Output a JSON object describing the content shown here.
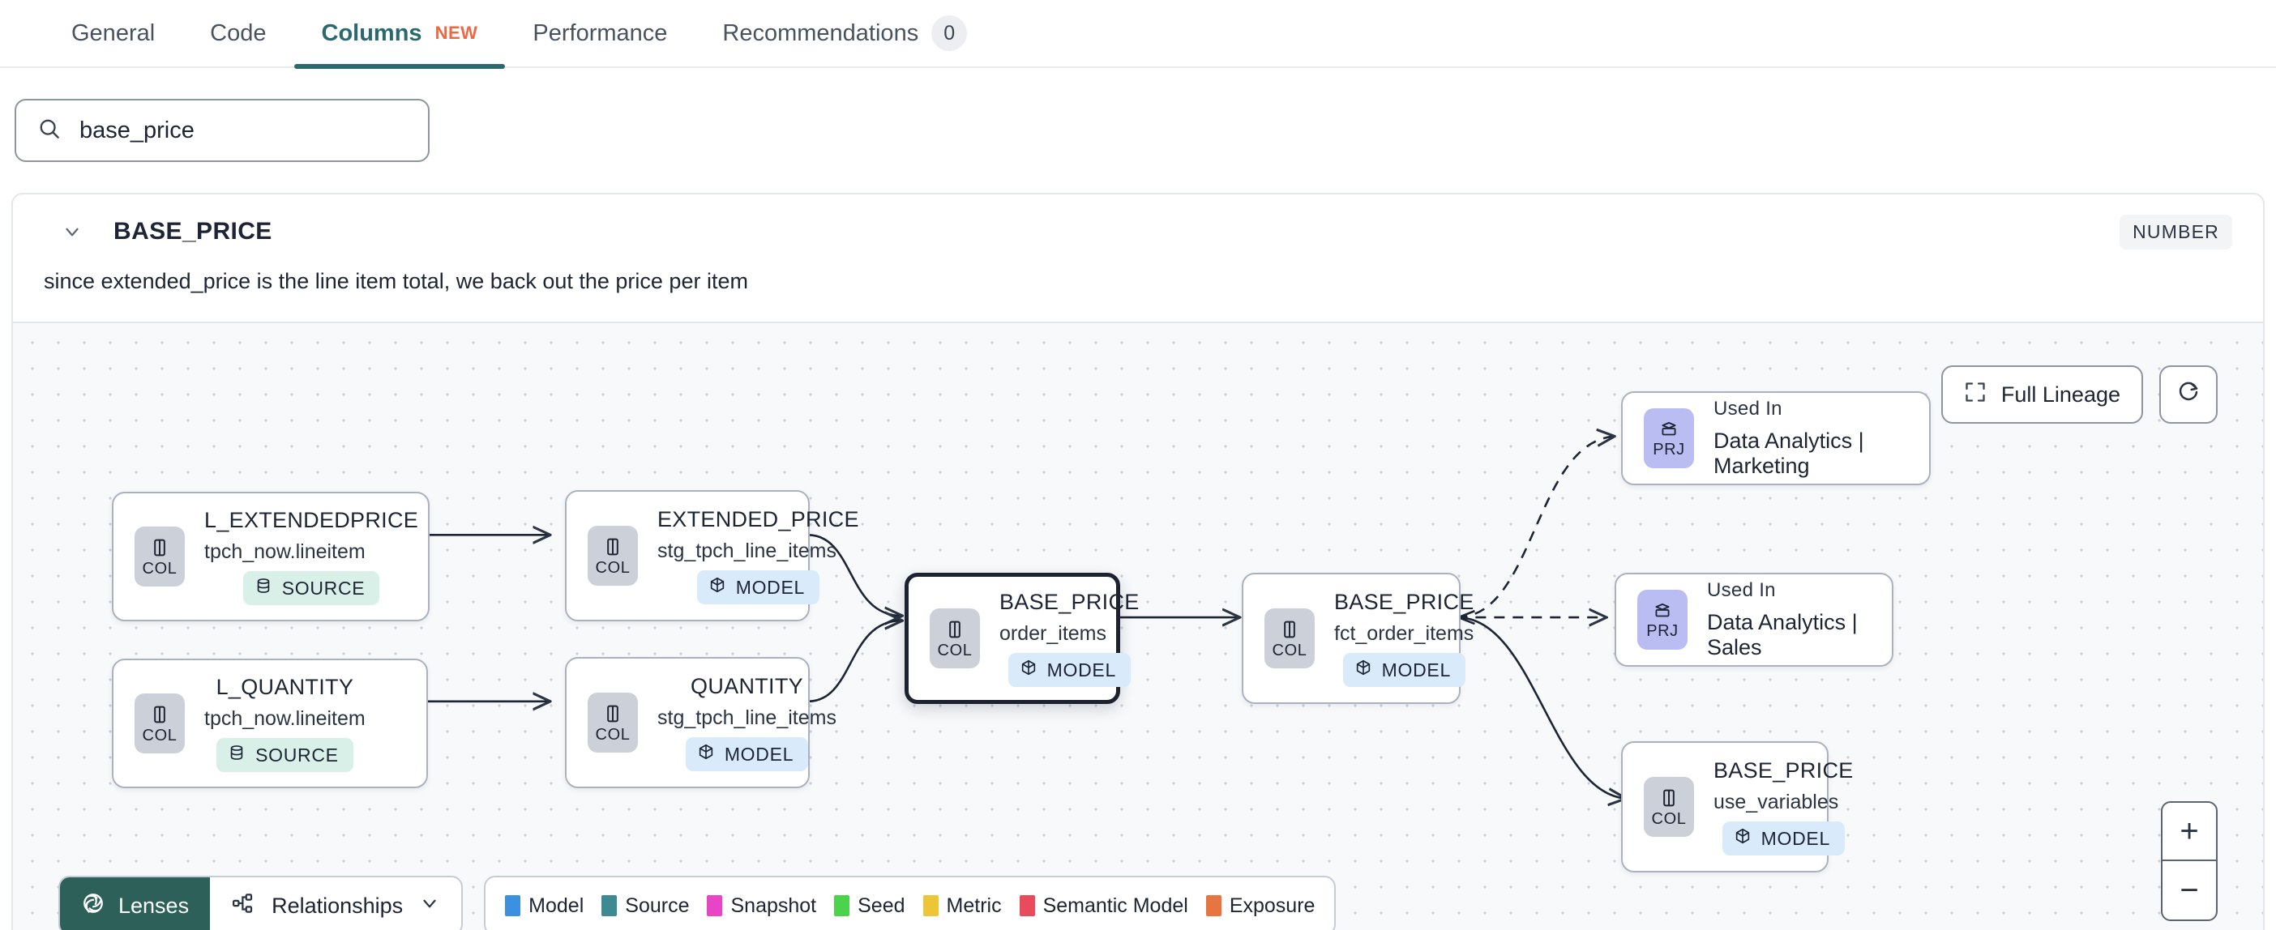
{
  "tabs": [
    {
      "label": "General",
      "active": false
    },
    {
      "label": "Code",
      "active": false
    },
    {
      "label": "Columns",
      "active": true,
      "badge": "NEW"
    },
    {
      "label": "Performance",
      "active": false
    },
    {
      "label": "Recommendations",
      "active": false,
      "count": "0"
    }
  ],
  "search": {
    "value": "base_price",
    "placeholder": "Search columns",
    "icon": "search-icon"
  },
  "column": {
    "name": "BASE_PRICE",
    "type": "NUMBER",
    "description": "since extended_price is the line item total, we back out the price per item",
    "expand_icon": "chevron-down-icon"
  },
  "canvas_controls": {
    "full_lineage_label": "Full Lineage",
    "full_lineage_icon": "expand-icon",
    "refresh_icon": "refresh-icon",
    "zoom_in": "+",
    "zoom_out": "−"
  },
  "bottom_bar": {
    "lenses_label": "Lenses",
    "lenses_icon": "aperture-icon",
    "relationships_label": "Relationships",
    "relationships_icon": "hierarchy-icon",
    "relationships_caret": "chevron-down-icon"
  },
  "legend": [
    {
      "label": "Model",
      "color": "#3b91e0"
    },
    {
      "label": "Source",
      "color": "#3e8a92"
    },
    {
      "label": "Snapshot",
      "color": "#e745c5"
    },
    {
      "label": "Seed",
      "color": "#4bd44b"
    },
    {
      "label": "Metric",
      "color": "#edc638"
    },
    {
      "label": "Semantic Model",
      "color": "#e74b5c"
    },
    {
      "label": "Exposure",
      "color": "#e87442"
    }
  ],
  "lineage": {
    "nodes": [
      {
        "id": "n1",
        "chip": "COL",
        "title": "L_EXTENDEDPRICE",
        "sub": "tpch_now.lineitem",
        "tag": "SOURCE",
        "tag_kind": "source",
        "tag_icon": "database-icon",
        "selected": false,
        "kind": "column"
      },
      {
        "id": "n2",
        "chip": "COL",
        "title": "L_QUANTITY",
        "sub": "tpch_now.lineitem",
        "tag": "SOURCE",
        "tag_kind": "source",
        "tag_icon": "database-icon",
        "selected": false,
        "kind": "column"
      },
      {
        "id": "n3",
        "chip": "COL",
        "title": "EXTENDED_PRICE",
        "sub": "stg_tpch_line_items",
        "tag": "MODEL",
        "tag_kind": "model",
        "tag_icon": "cube-icon",
        "selected": false,
        "kind": "column"
      },
      {
        "id": "n4",
        "chip": "COL",
        "title": "QUANTITY",
        "sub": "stg_tpch_line_items",
        "tag": "MODEL",
        "tag_kind": "model",
        "tag_icon": "cube-icon",
        "selected": false,
        "kind": "column"
      },
      {
        "id": "n5",
        "chip": "COL",
        "title": "BASE_PRICE",
        "sub": "order_items",
        "tag": "MODEL",
        "tag_kind": "model",
        "tag_icon": "cube-icon",
        "selected": true,
        "kind": "column"
      },
      {
        "id": "n6",
        "chip": "COL",
        "title": "BASE_PRICE",
        "sub": "fct_order_items",
        "tag": "MODEL",
        "tag_kind": "model",
        "tag_icon": "cube-icon",
        "selected": false,
        "kind": "column"
      },
      {
        "id": "n7",
        "chip": "PRJ",
        "title": "Used In",
        "sub": "Data Analytics | Marketing",
        "selected": false,
        "kind": "project"
      },
      {
        "id": "n8",
        "chip": "PRJ",
        "title": "Used In",
        "sub": "Data Analytics | Sales",
        "selected": false,
        "kind": "project"
      },
      {
        "id": "n9",
        "chip": "COL",
        "title": "BASE_PRICE",
        "sub": "use_variables",
        "tag": "MODEL",
        "tag_kind": "model",
        "tag_icon": "cube-icon",
        "selected": false,
        "kind": "column"
      }
    ]
  }
}
